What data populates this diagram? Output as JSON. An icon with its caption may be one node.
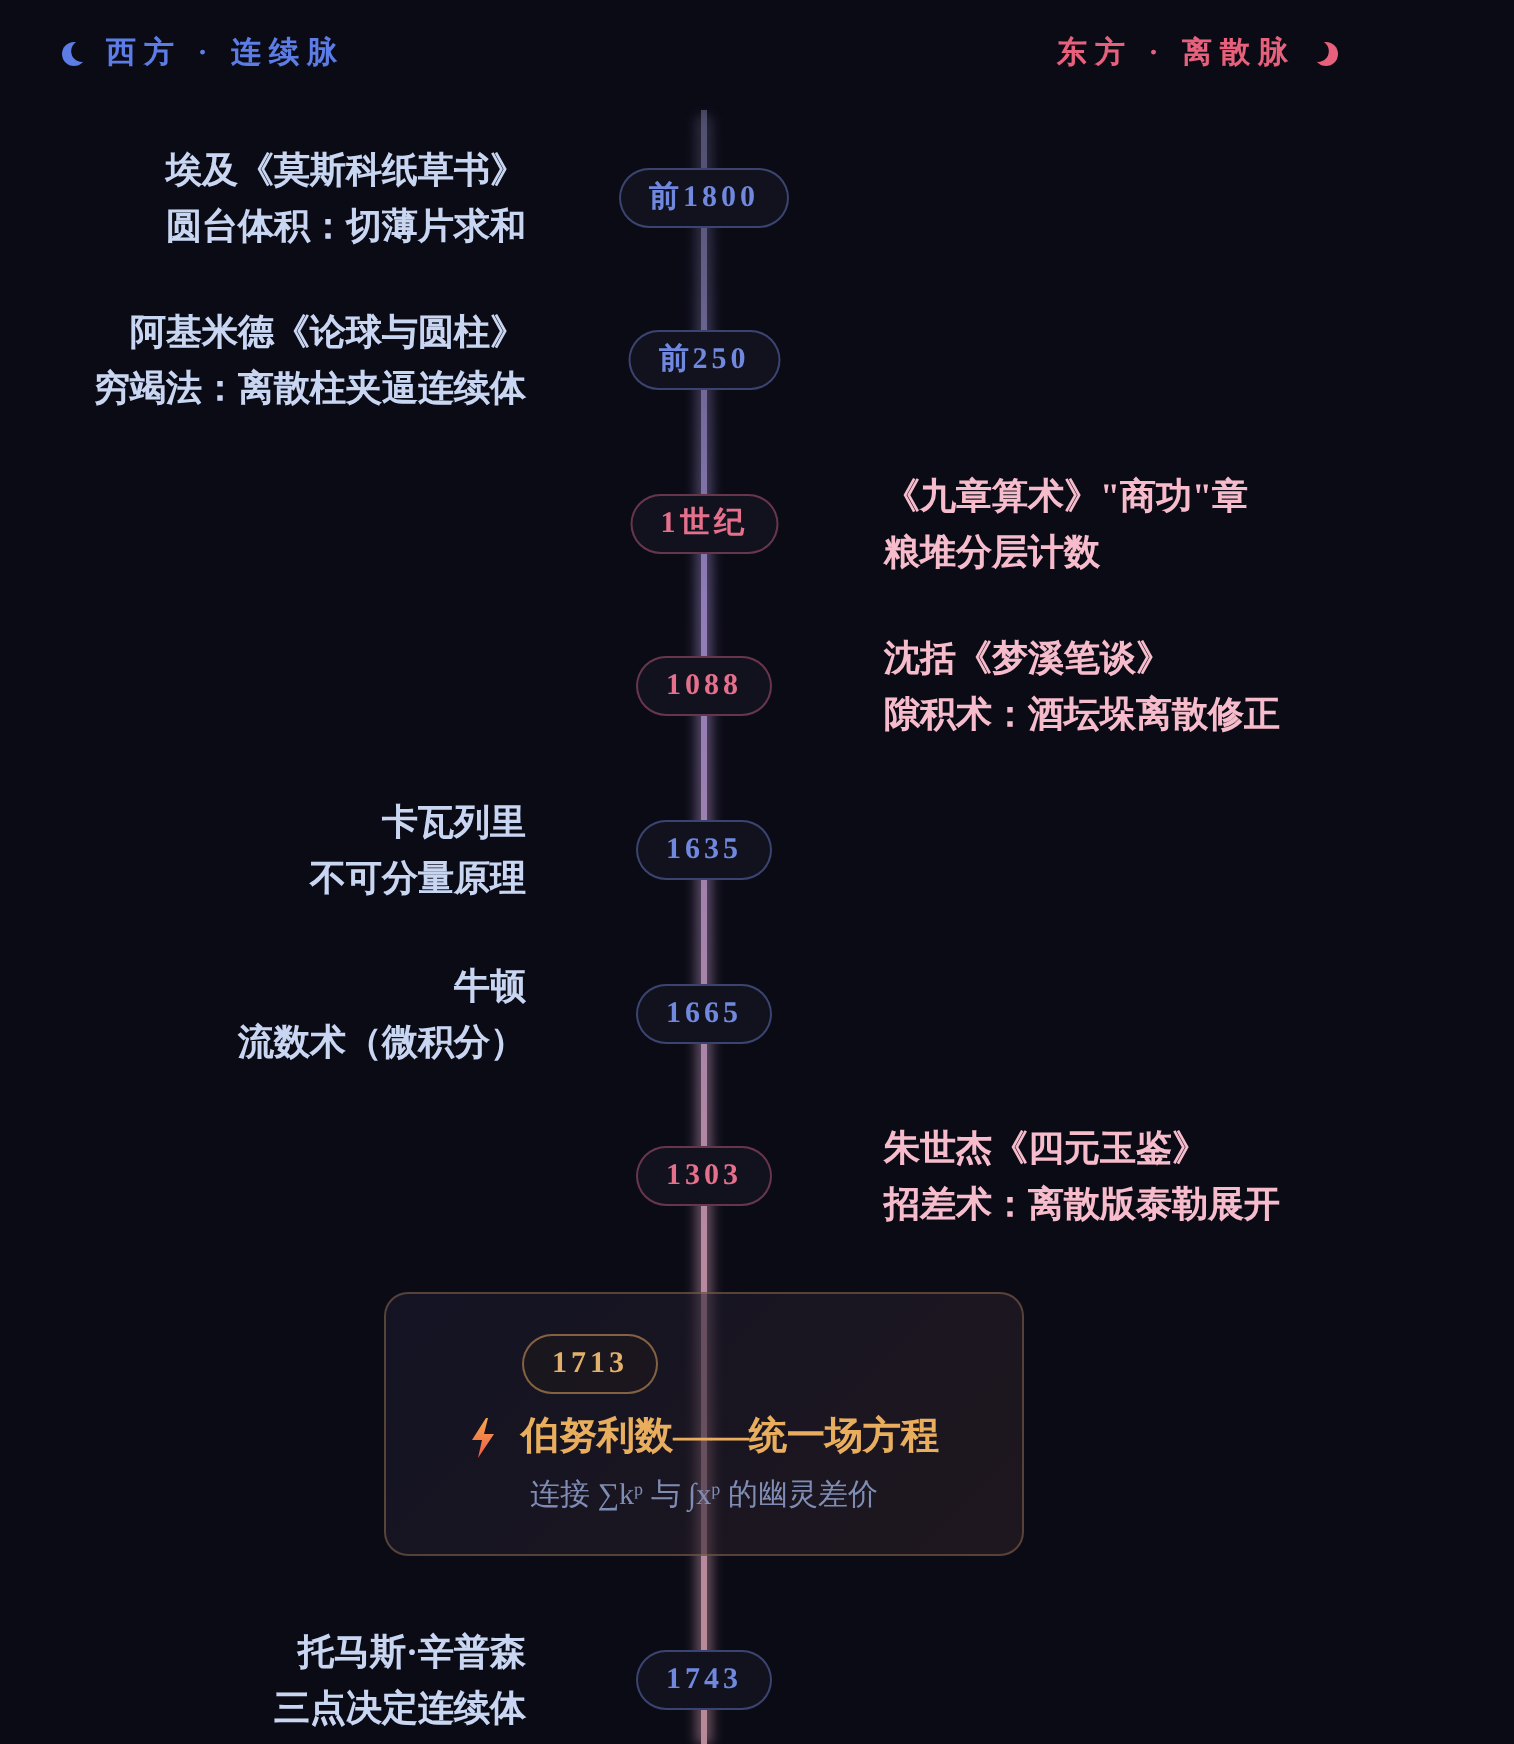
{
  "diagram": {
    "nodes": [
      {
        "text": [
          "前1800"
        ],
        "beside": [
          "埃及《莫斯科纸草书》",
          "圆台体积：切薄片求和"
        ]
      },
      {
        "text": [
          "前250"
        ],
        "beside": [
          "阿基米德《论球与圆柱》",
          "穷竭法：离散柱夹逼连续体"
        ]
      },
      {
        "text": [
          "1世纪"
        ],
        "beside": [
          "《九章算术》\"商功\"章",
          "粮堆分层计数"
        ]
      },
      {
        "text": [
          "1088"
        ],
        "beside": [
          "沈括《梦溪笔谈》",
          "隙积术：酒坛垛离散修正"
        ]
      },
      {
        "text": [
          "1635"
        ],
        "beside": [
          "卡瓦列里",
          "不可分量原理"
        ]
      },
      {
        "text": [
          "1665"
        ],
        "beside": [
          "牛顿",
          "流数术（微积分）"
        ]
      },
      {
        "text": [
          "1303"
        ],
        "beside": [
          "朱世杰《四元玉鉴》",
          "招差术：离散版泰勒展开"
        ]
      },
      {
        "text": [
          "伯努利数——统一场方程",
          "连接 ∑k$^{p}$ 与 ∫x$^{p}$ 的幽灵差价"
        ]
      },
      {
        "text": [
          "1713"
        ],
        "in": 7
      },
      {
        "text": [
          "1743"
        ],
        "beside": [
          "托马斯·辛普森",
          "三点决定连续体"
        ]
      }
    ],
    "labels": [
      "西方 · 连续脉",
      "东方 · 离散脉"
    ]
  }
}
